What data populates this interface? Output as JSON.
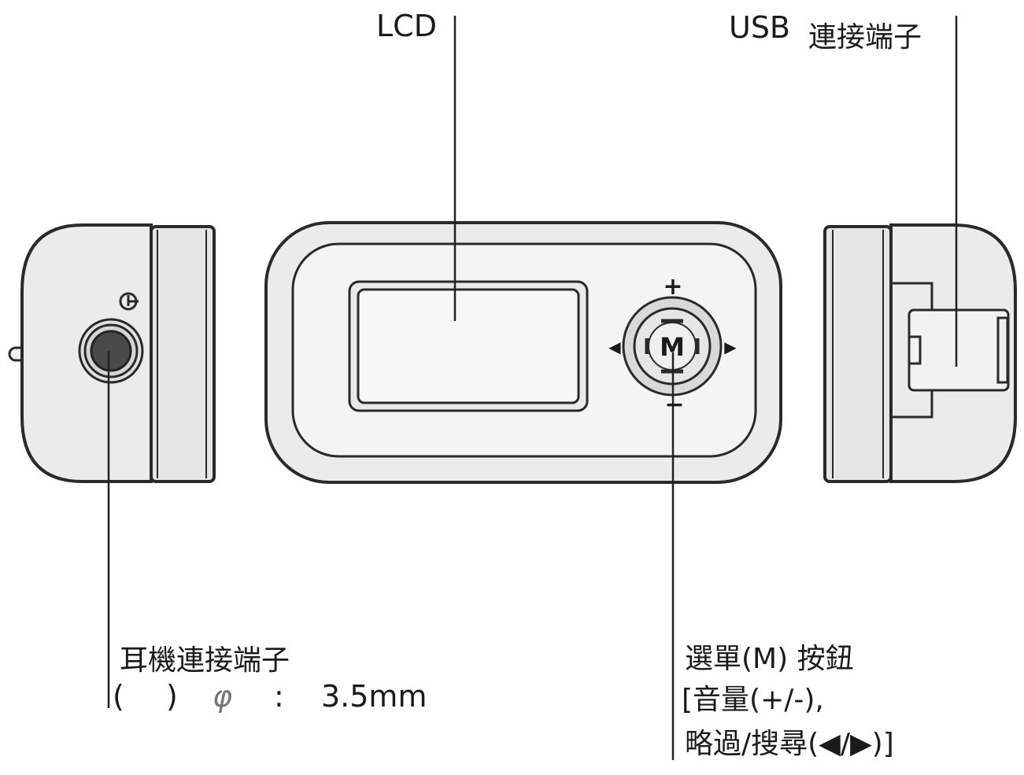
{
  "labels": {
    "lcd": "LCD",
    "usb": "USB",
    "usb_connector": "連接端子",
    "earphone": {
      "title": "耳機連接端子",
      "paren_open": "(",
      "paren_close": ")",
      "phi": "φ",
      "colon": ":",
      "size": "3.5mm"
    },
    "menu": {
      "title": "選單(M) 按鈕",
      "line2": "[音量(+/-),",
      "line3": "略過/搜尋(◀/▶)]"
    }
  },
  "button_marks": {
    "center": "M",
    "plus": "+",
    "minus": "−",
    "left": "◀",
    "right": "▶"
  },
  "colors": {
    "body_fill": "#ebebeb",
    "outline": "#2a2a2a",
    "jack": "#4a4a4a",
    "line": "#222222"
  }
}
